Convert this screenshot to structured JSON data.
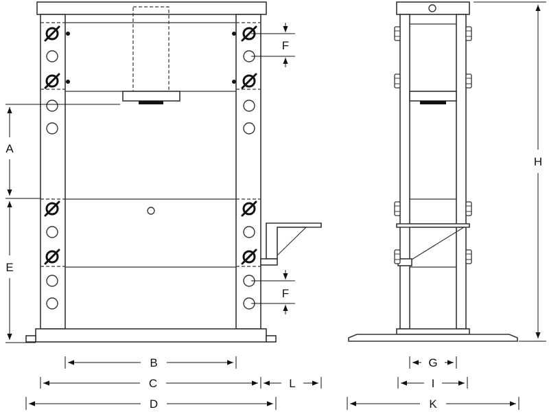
{
  "labels": {
    "A": "A",
    "B": "B",
    "C": "C",
    "D": "D",
    "E": "E",
    "F": "F",
    "G": "G",
    "H": "H",
    "I": "I",
    "K": "K",
    "L": "L"
  }
}
